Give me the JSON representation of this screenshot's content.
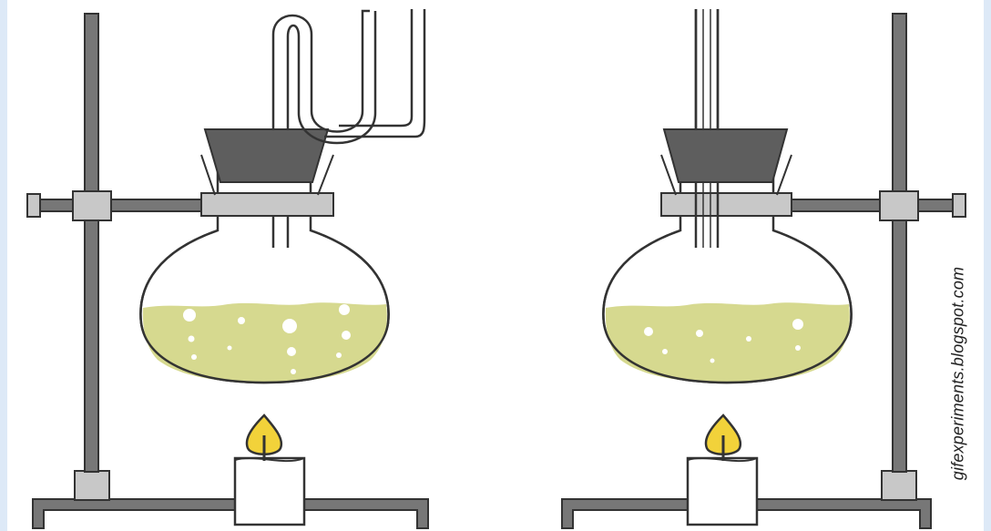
{
  "credit": "gifexperiments.blogspot.com",
  "colors": {
    "background": "#dde9f7",
    "panel": "#ffffff",
    "outline": "#333333",
    "stand_rod": "#777777",
    "clamp": "#c8c8c8",
    "stopper": "#5e5e5e",
    "liquid": "#d6d98f",
    "bubble": "#ffffff",
    "candle": "#ffffff",
    "flame": "#f2d23a",
    "wick": "#333333"
  },
  "left_apparatus": {
    "parts": [
      "retort-stand",
      "clamp",
      "round-bottom-flask",
      "rubber-stopper",
      "bent-glass-tube",
      "liquid",
      "bubbles",
      "candle",
      "flame"
    ]
  },
  "right_apparatus": {
    "parts": [
      "retort-stand",
      "clamp",
      "round-bottom-flask",
      "rubber-stopper",
      "straight-glass-tube",
      "liquid",
      "bubbles",
      "candle",
      "flame"
    ]
  }
}
